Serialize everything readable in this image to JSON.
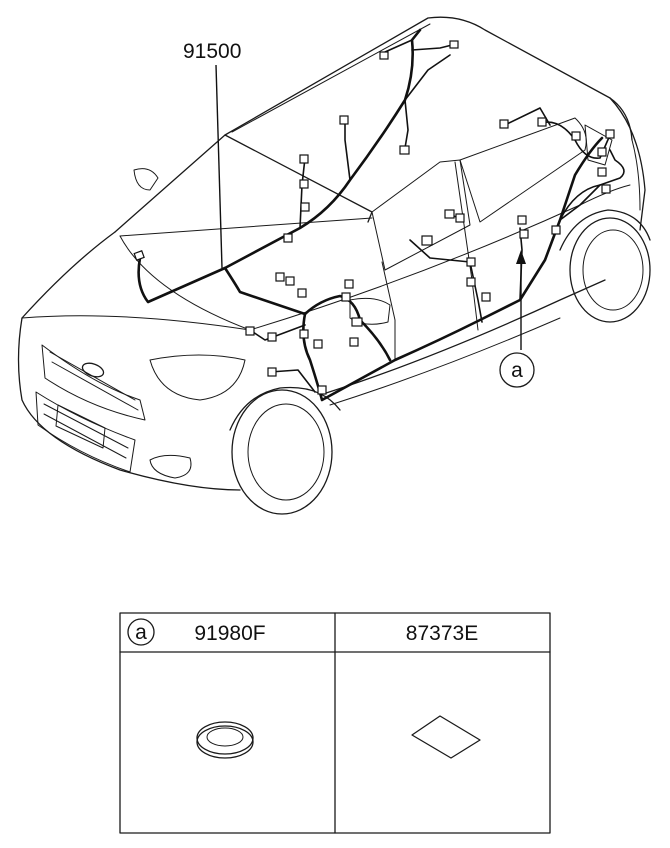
{
  "main_part": {
    "number": "91500"
  },
  "callout": {
    "letter": "a"
  },
  "parts_table": {
    "header_letter": "a",
    "columns": [
      {
        "part_number": "91980F",
        "item": "grommet"
      },
      {
        "part_number": "87373E",
        "item": "pad"
      }
    ]
  }
}
